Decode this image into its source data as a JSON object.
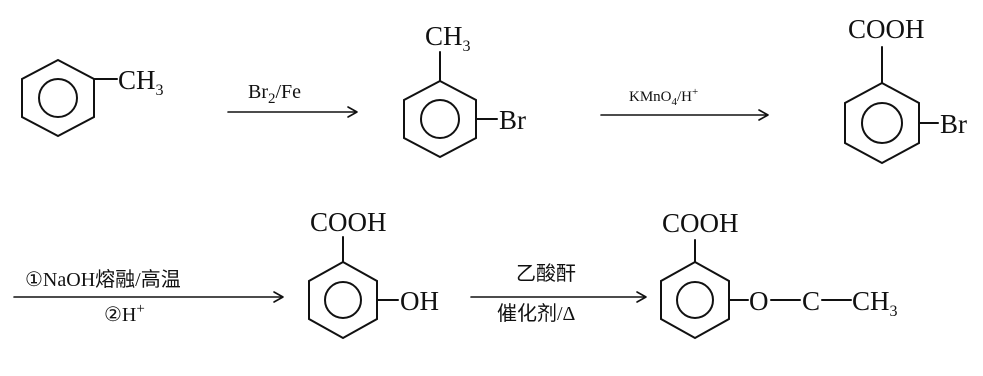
{
  "colors": {
    "ink": "#111111",
    "background": "#ffffff"
  },
  "molecules": {
    "toluene": {
      "substituent": "CH",
      "substituent_sub": "3"
    },
    "bromotoluene": {
      "top": "CH",
      "top_sub": "3",
      "side": "Br"
    },
    "bromobenzoic_acid": {
      "top": "COOH",
      "side": "Br"
    },
    "salicylic_acid": {
      "top": "COOH",
      "side": "OH"
    },
    "aspirin": {
      "top": "COOH",
      "chain_o": "O",
      "chain_c": "C",
      "chain_ch": "CH",
      "chain_ch_sub": "3"
    }
  },
  "reactions": {
    "step1": {
      "reagent": "Br",
      "reagent_sub": "2",
      "reagent_rest": "/Fe"
    },
    "step2": {
      "reagent": "KMnO",
      "reagent_sub": "4",
      "reagent_mid": "/H",
      "reagent_sup": "+"
    },
    "step3": {
      "above": "①NaOH熔融/高温",
      "below": "②H",
      "below_sup": "+"
    },
    "step4": {
      "above": "乙酸酐",
      "below": "催化剂/Δ"
    }
  }
}
